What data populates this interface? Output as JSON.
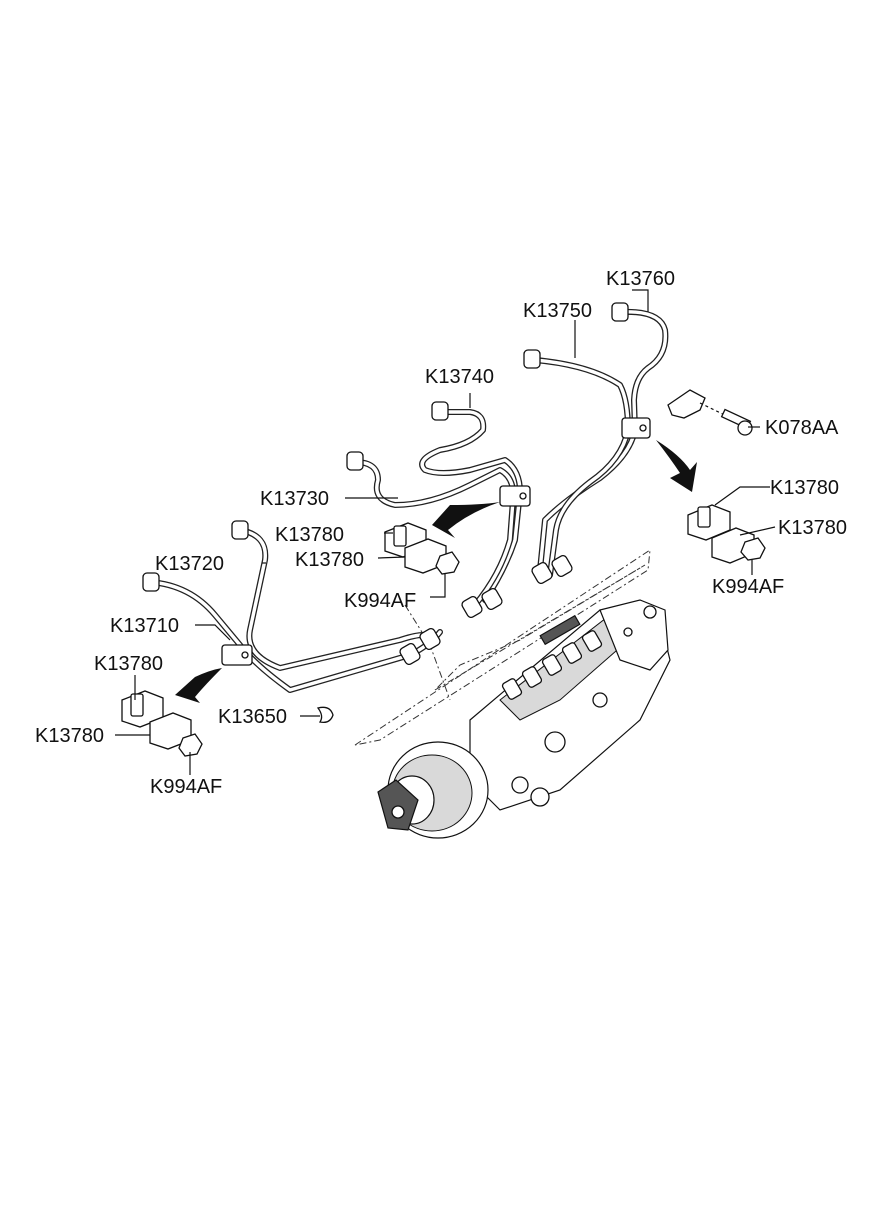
{
  "callouts": [
    {
      "id": "k13760",
      "label": "K13760"
    },
    {
      "id": "k13750",
      "label": "K13750"
    },
    {
      "id": "k13740",
      "label": "K13740"
    },
    {
      "id": "k078aa",
      "label": "K078AA"
    },
    {
      "id": "k13780-r1",
      "label": "K13780"
    },
    {
      "id": "k13780-r2",
      "label": "K13780"
    },
    {
      "id": "k994af-r",
      "label": "K994AF"
    },
    {
      "id": "k13730",
      "label": "K13730"
    },
    {
      "id": "k13780-m1",
      "label": "K13780"
    },
    {
      "id": "k13780-m2",
      "label": "K13780"
    },
    {
      "id": "k994af-m",
      "label": "K994AF"
    },
    {
      "id": "k13720",
      "label": "K13720"
    },
    {
      "id": "k13710",
      "label": "K13710"
    },
    {
      "id": "k13780-l1",
      "label": "K13780"
    },
    {
      "id": "k13650",
      "label": "K13650"
    },
    {
      "id": "k13780-l2",
      "label": "K13780"
    },
    {
      "id": "k994af-l",
      "label": "K994AF"
    }
  ]
}
